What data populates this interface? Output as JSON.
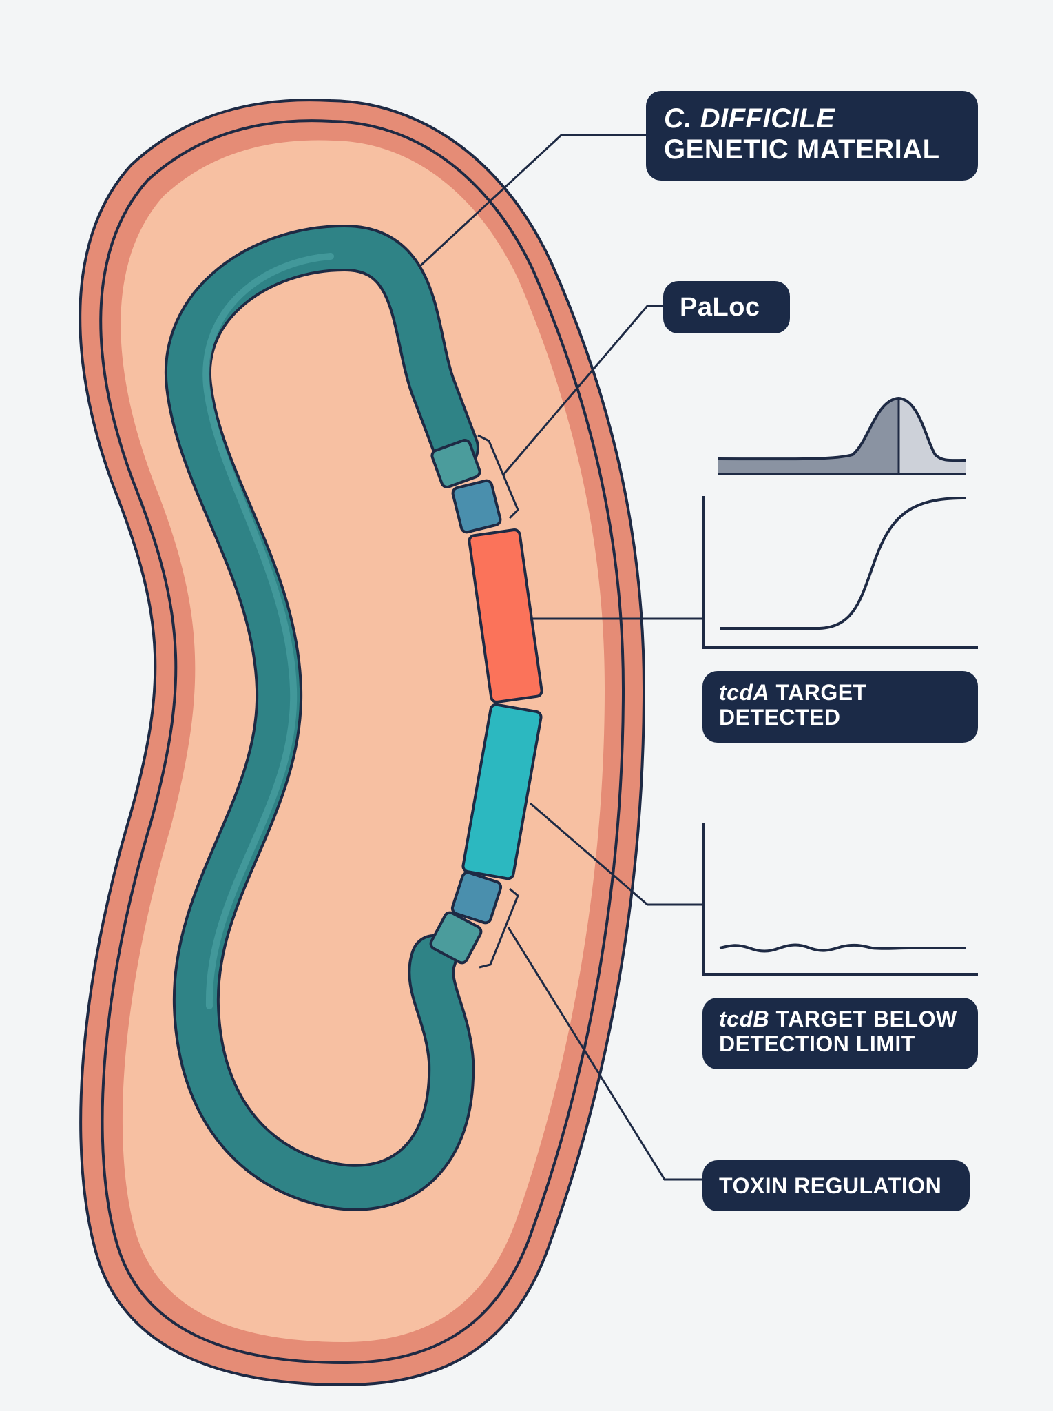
{
  "labels": {
    "genetic_material": {
      "line1": "C. DIFFICILE",
      "line2": "GENETIC MATERIAL"
    },
    "paloc": "PaLoc",
    "tcda": {
      "gene": "tcdA",
      "line1_rest": " TARGET",
      "line2": "DETECTED"
    },
    "tcdb": {
      "gene": "tcdB",
      "line1_rest": " TARGET BELOW",
      "line2": "DETECTION LIMIT"
    },
    "toxin_regulation": "TOXIN REGULATION"
  },
  "colors": {
    "background": "#f3f5f6",
    "cell_wall": "#e58c76",
    "cytoplasm": "#f7c0a2",
    "chromosome": "#2f8386",
    "regulatory_segment": "#4a93a4",
    "tcda_segment": "#fb735a",
    "tcdb_segment": "#2cb8c0",
    "label_background": "#1b2a47",
    "outline": "#1e2a44"
  },
  "icons": [
    "bacterium-cell",
    "dna-strand",
    "amplification-curve",
    "flat-signal-curve",
    "melt-peak"
  ]
}
